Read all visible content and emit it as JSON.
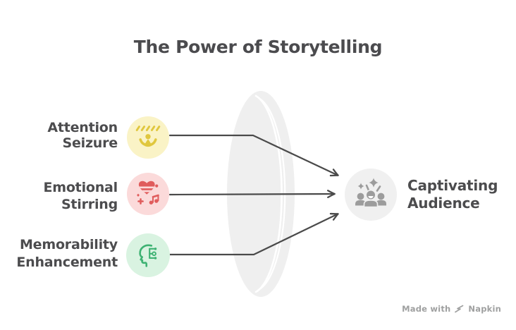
{
  "title": "The Power of Storytelling",
  "items": [
    {
      "name": "attention-seizure",
      "lines": [
        "Attention",
        "Seizure"
      ],
      "circle_color": "#FAF3C6",
      "icon_color": "#E0C73E",
      "icon": "cheering-person-icon"
    },
    {
      "name": "emotional-stirring",
      "lines": [
        "Emotional",
        "Stirring"
      ],
      "circle_color": "#FBDADA",
      "icon_color": "#E05C5C",
      "icon": "striped-heart-music-icon"
    },
    {
      "name": "memorability-enhancement",
      "lines": [
        "Memorability",
        "Enhancement"
      ],
      "circle_color": "#D9F3E1",
      "icon_color": "#3EB273",
      "icon": "head-circuit-icon"
    }
  ],
  "output": {
    "name": "captivating-audience",
    "lines": [
      "Captivating",
      "Audience"
    ],
    "circle_color": "#F0F0F0",
    "icon_color": "#9C9C9C",
    "icon": "audience-sparkles-icon"
  },
  "footer": {
    "made_with": "Made with",
    "brand": "Napkin"
  },
  "colors": {
    "background": "#FFFFFF",
    "text": "#4C4C4E",
    "arrow": "#4A4A4A",
    "lens": "#EFEFEF",
    "footer_text": "#9FA0A0"
  }
}
